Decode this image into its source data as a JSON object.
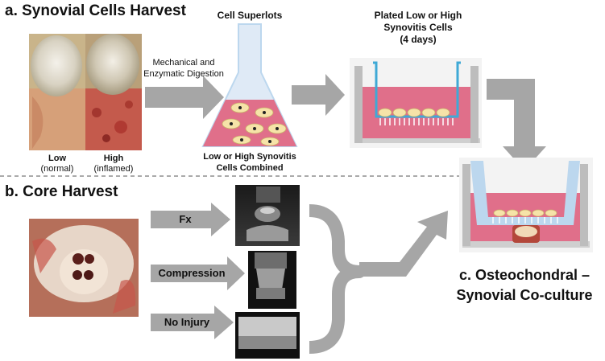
{
  "section_a": {
    "title": "a.  Synovial Cells Harvest"
  },
  "section_b": {
    "title": "b.  Core Harvest"
  },
  "section_c": {
    "line1": "c.  Osteochondral –",
    "line2": "Synovial Co-culture"
  },
  "digestion": {
    "line1": "Mechanical and",
    "line2": "Enzymatic Digestion"
  },
  "joint_photos": {
    "low_label": "Low",
    "low_sub": "(normal)",
    "high_label": "High",
    "high_sub": "(inflamed)"
  },
  "superlots": {
    "title": "Cell Superlots",
    "caption_line1": "Low or High Synovitis",
    "caption_line2": "Cells Combined"
  },
  "plated": {
    "line1": "Plated Low or High",
    "line2": "Synovitis Cells",
    "line3": "(4 days)"
  },
  "injuries": [
    {
      "label": "Fx"
    },
    {
      "label": "Compression"
    },
    {
      "label": "No Injury"
    }
  ],
  "colors": {
    "arrow": "#a6a6a6",
    "media": "#e06f8a",
    "insert": "#bcd7ee",
    "well": "#f0f0f0",
    "cell": "#f6e3a8"
  }
}
